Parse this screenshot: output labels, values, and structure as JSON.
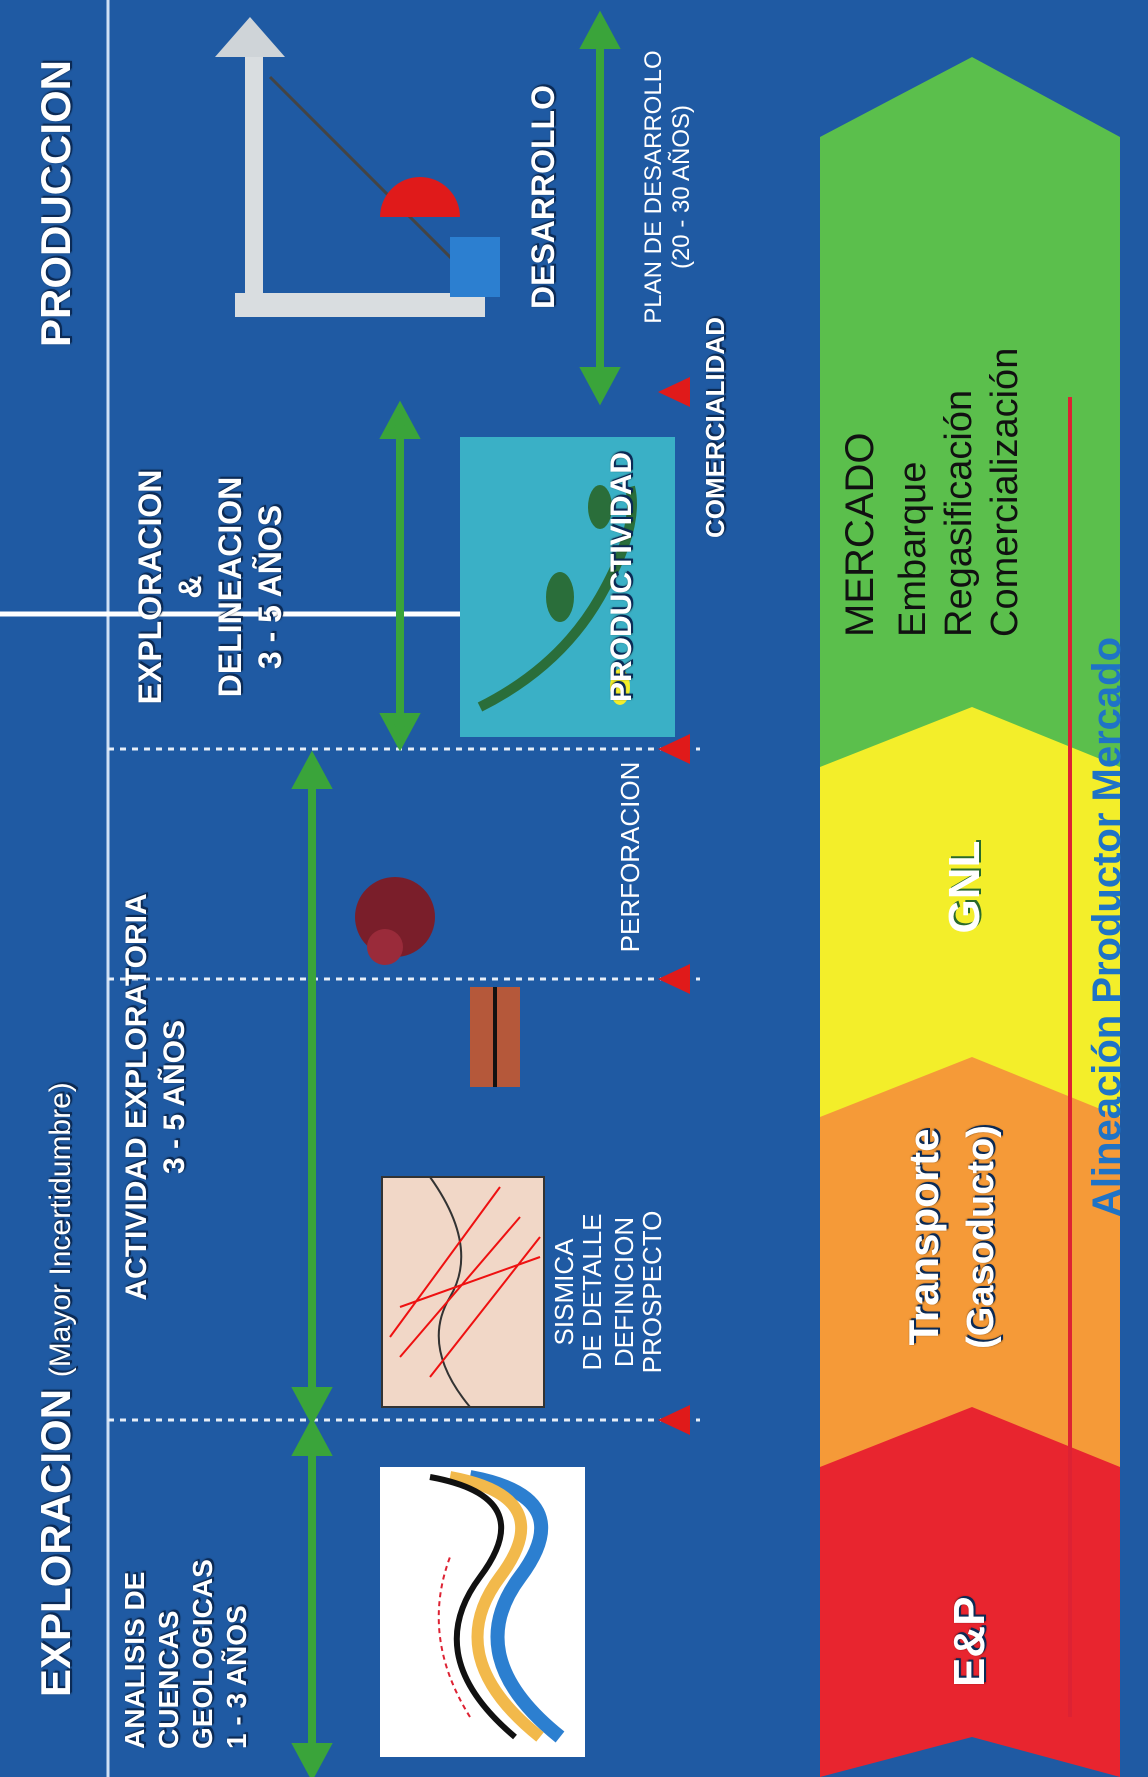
{
  "header": {
    "exploracion": "EXPLORACION",
    "exploracion_note": "(Mayor Incertidumbre)",
    "produccion": "PRODUCCION"
  },
  "phases": {
    "analisis": "ANALISIS DE\nCUENCAS\nGEOLOGICAS\n1 - 3  AÑOS",
    "actividad": "ACTIVIDAD EXPLORATORIA\n3 - 5 AÑOS",
    "exploracion_delineacion": "EXPLORACION\n&\nDELINEACION\n3 - 5 AÑOS",
    "desarrollo": "DESARROLLO"
  },
  "milestones": {
    "sismica": "SISMICA\nDE DETALLE",
    "definicion": "DEFINICION\nPROSPECTO",
    "perforacion": "PERFORACION",
    "productividad": "PRODUCTIVIDAD",
    "comercialidad": "COMERCIALIDAD",
    "plan": "PLAN DE DESARROLLO\n(20 - 30 AÑOS)"
  },
  "chain": {
    "ep": "E&P",
    "transporte": "Transporte",
    "gasoducto": "(Gasoducto)",
    "gnl": "GNL",
    "mercado": "MERCADO",
    "mercado_items": [
      "Embarque",
      "Regasificación",
      "Comercialización"
    ]
  },
  "footer": "Alineación  Productor Mercado",
  "colors": {
    "background": "#1f5aa3",
    "ep": "#e8252f",
    "transporte": "#f59a38",
    "gnl": "#f3ee2a",
    "mercado": "#5bbf4c",
    "arrow": "#3aa43a",
    "footer": "#1f73c6",
    "triangle": "#e01a1a"
  }
}
